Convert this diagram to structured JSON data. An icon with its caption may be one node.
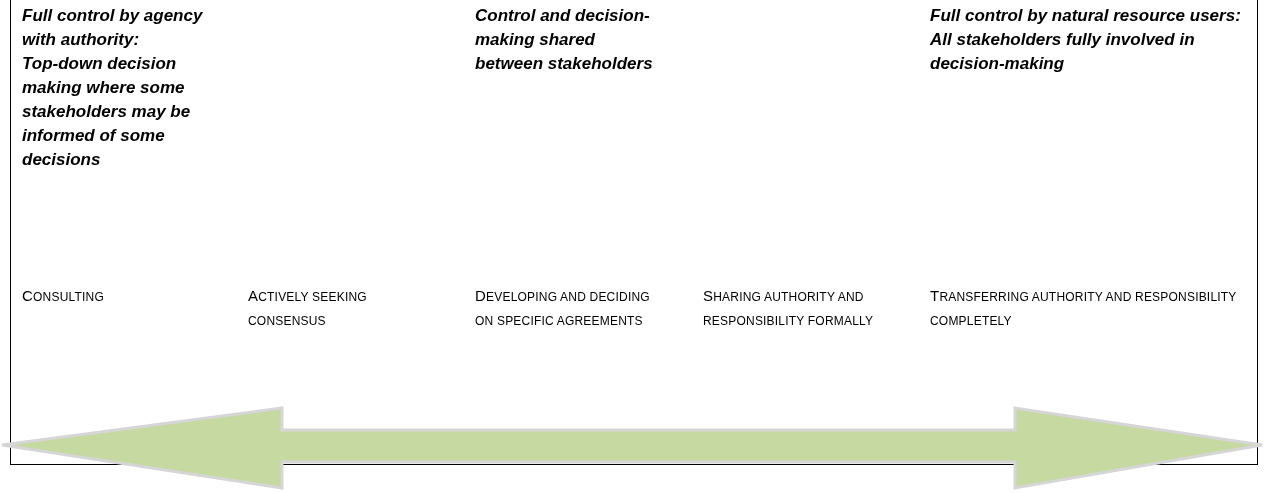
{
  "diagram": {
    "labels": [
      "Full control by agency with authority:",
      "Top-down decision making where some stakeholders may be informed of some decisions",
      "Control and decision-making shared between stakeholders",
      "Full control by natural resource users:",
      "All stakeholders fully involved in decision-making",
      "CONSULTING",
      "ACTIVELY SEEKING CONSENSUS",
      "DEVELOPING AND DECIDING ON SPECIFIC AGREEMENTS",
      "SHARING AUTHORITY AND RESPONSIBILITY FORMALLY",
      "TRANSFERRING AUTHORITY AND RESPONSIBILITY COMPLETELY"
    ]
  }
}
